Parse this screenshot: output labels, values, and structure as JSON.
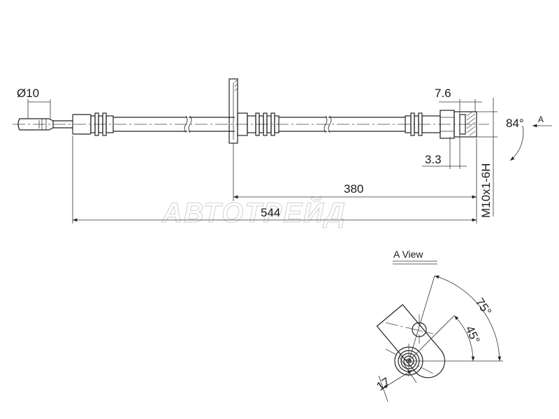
{
  "dimensions": {
    "diameter": "Ø10",
    "width_7_6": "7.6",
    "width_3_3": "3.3",
    "length_380": "380",
    "length_544": "544",
    "thread": "M10x1-6H",
    "angle_84": "84°",
    "view_ref": "A"
  },
  "view_a": {
    "title": "A  View",
    "angle_75": "75°",
    "angle_45": "45°",
    "dim_17": "17"
  },
  "watermark": "АВТОТРЕЙД"
}
